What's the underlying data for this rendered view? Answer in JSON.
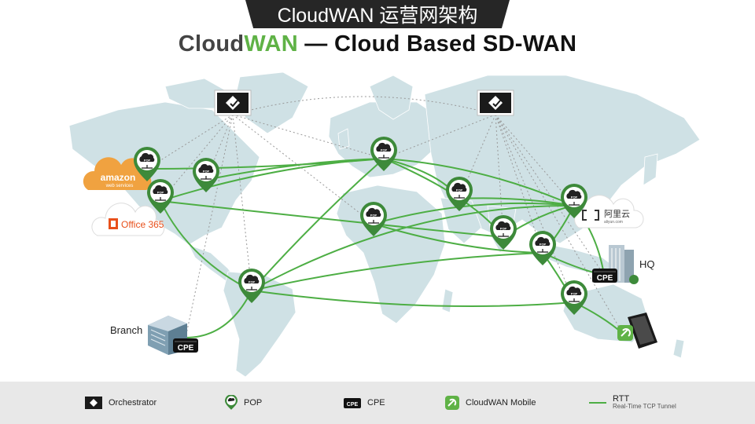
{
  "header": {
    "banner": "CloudWAN 运营网架构",
    "subtitle_part1": "Cloud",
    "subtitle_part2": "WAN",
    "subtitle_part3": " — Cloud Based SD-WAN"
  },
  "nodes": {
    "pop_badge": "POP",
    "cpe_badge": "CPE",
    "amazon_line1": "amazon",
    "amazon_line2": "web services",
    "office": "Office 365",
    "aliyun_cn": "阿里云",
    "aliyun_en": "aliyun.com",
    "branch": "Branch",
    "hq": "HQ"
  },
  "legend": {
    "orchestrator": "Orchestrator",
    "pop": "POP",
    "cpe": "CPE",
    "mobile": "CloudWAN Mobile",
    "rtt": "RTT",
    "rtt_sub": "Real-Time TCP Tunnel"
  },
  "colors": {
    "link": "#4dae44",
    "pin": "#3d8a3a",
    "map": "#cfe1e5",
    "dotted": "#999999"
  }
}
